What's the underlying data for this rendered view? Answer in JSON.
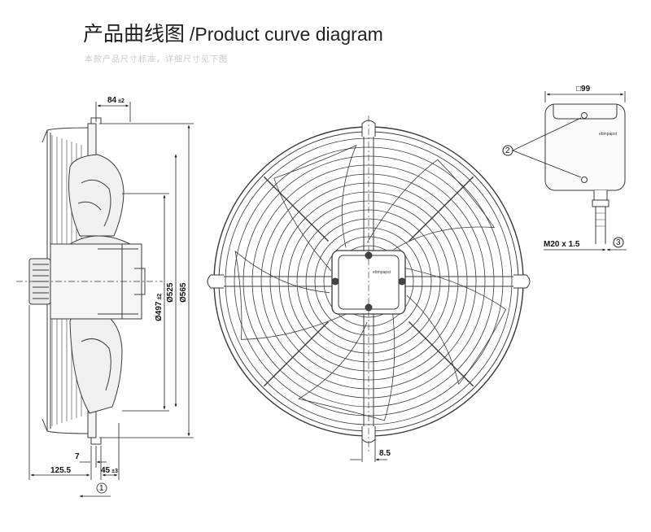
{
  "header": {
    "title_cn": "产品曲线图",
    "title_en": "/Product curve diagram",
    "subtitle": "本款产品尺寸标准，详细尺寸见下图"
  },
  "side_view": {
    "top_dim": "84",
    "top_dim_tol": "±2",
    "dim_a": "Ø497",
    "dim_a_tol": "±2",
    "dim_b": "Ø525",
    "dim_c": "Ø565",
    "bottom_small": "7",
    "bottom_left": "125.5",
    "bottom_right": "45",
    "bottom_right_tol": "±3",
    "callout": "1"
  },
  "front_view": {
    "slot_dim": "8.5",
    "brand": "ebmpapst"
  },
  "terminal_box": {
    "top_dim": "□99",
    "thread": "M20 x 1.5",
    "callout_screws": "2",
    "callout_gland": "3",
    "brand": "ebmpapst"
  },
  "colors": {
    "line": "#3a3a3a",
    "fill_light": "#f1f1f1",
    "text": "#111111"
  }
}
